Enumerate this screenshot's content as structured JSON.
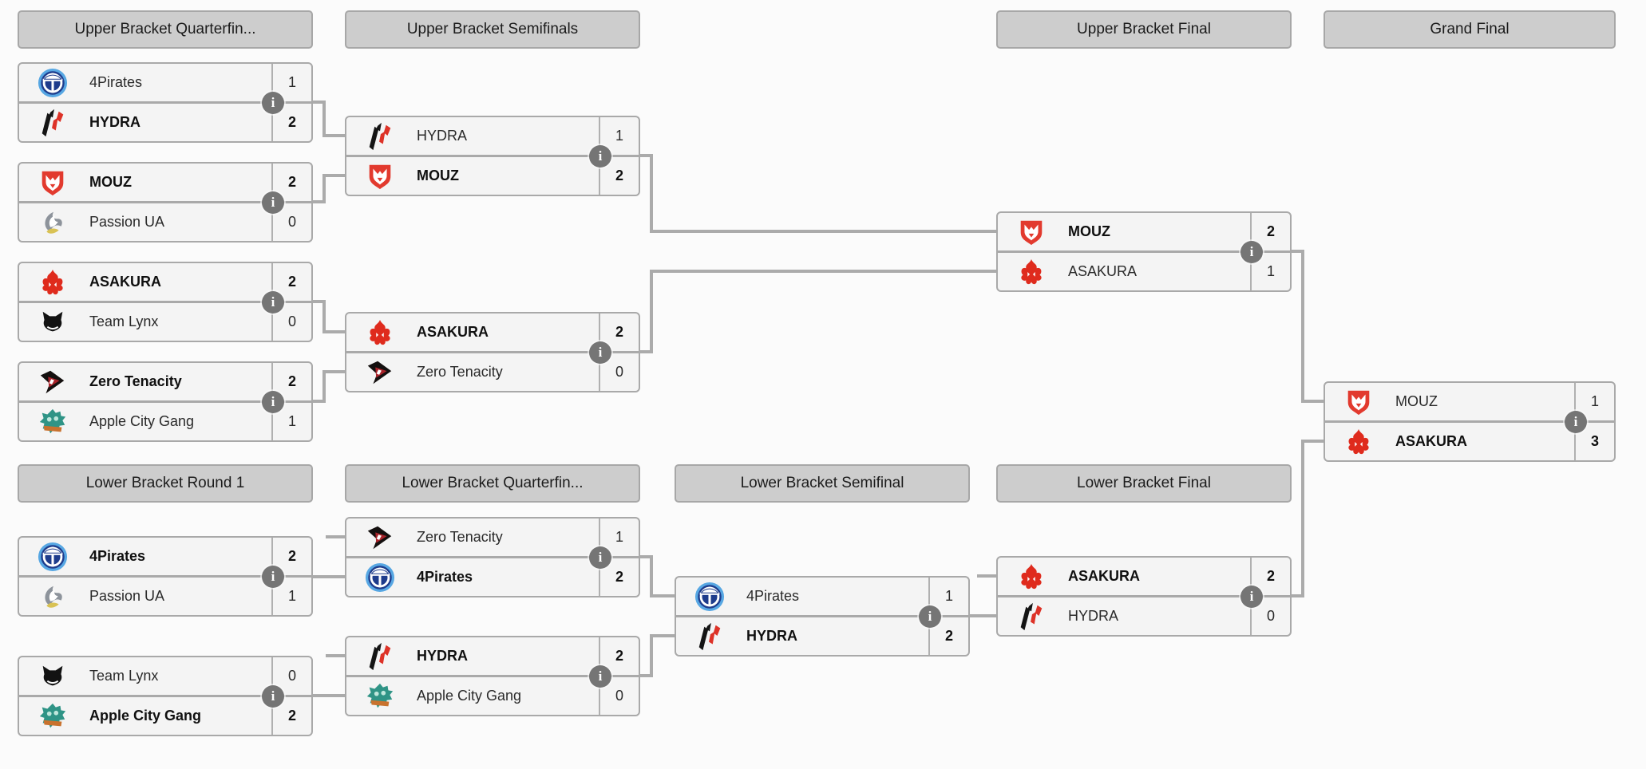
{
  "rounds": [
    {
      "key": "ubqf",
      "label": "Upper Bracket Quarterfin..."
    },
    {
      "key": "ubsf",
      "label": "Upper Bracket Semifinals"
    },
    {
      "key": "ubf",
      "label": "Upper Bracket Final"
    },
    {
      "key": "gf",
      "label": "Grand Final"
    },
    {
      "key": "lbr1",
      "label": "Lower Bracket Round 1"
    },
    {
      "key": "lbqf",
      "label": "Lower Bracket Quarterfin..."
    },
    {
      "key": "lbsf",
      "label": "Lower Bracket Semifinal"
    },
    {
      "key": "lbf",
      "label": "Lower Bracket Final"
    }
  ],
  "matches": [
    {
      "round": "ubqf",
      "top": {
        "team": "4Pirates",
        "logo": "4pirates",
        "score": "1",
        "winner": false
      },
      "bottom": {
        "team": "HYDRA",
        "logo": "hydra",
        "score": "2",
        "winner": true
      }
    },
    {
      "round": "ubqf",
      "top": {
        "team": "MOUZ",
        "logo": "mouz",
        "score": "2",
        "winner": true
      },
      "bottom": {
        "team": "Passion UA",
        "logo": "passionua",
        "score": "0",
        "winner": false
      }
    },
    {
      "round": "ubqf",
      "top": {
        "team": "ASAKURA",
        "logo": "asakura",
        "score": "2",
        "winner": true
      },
      "bottom": {
        "team": "Team Lynx",
        "logo": "teamlynx",
        "score": "0",
        "winner": false
      }
    },
    {
      "round": "ubqf",
      "top": {
        "team": "Zero Tenacity",
        "logo": "zerotenacity",
        "score": "2",
        "winner": true
      },
      "bottom": {
        "team": "Apple City Gang",
        "logo": "applecitygang",
        "score": "1",
        "winner": false
      }
    },
    {
      "round": "ubsf",
      "top": {
        "team": "HYDRA",
        "logo": "hydra",
        "score": "1",
        "winner": false
      },
      "bottom": {
        "team": "MOUZ",
        "logo": "mouz",
        "score": "2",
        "winner": true
      }
    },
    {
      "round": "ubsf",
      "top": {
        "team": "ASAKURA",
        "logo": "asakura",
        "score": "2",
        "winner": true
      },
      "bottom": {
        "team": "Zero Tenacity",
        "logo": "zerotenacity",
        "score": "0",
        "winner": false
      }
    },
    {
      "round": "ubf",
      "top": {
        "team": "MOUZ",
        "logo": "mouz",
        "score": "2",
        "winner": true
      },
      "bottom": {
        "team": "ASAKURA",
        "logo": "asakura",
        "score": "1",
        "winner": false
      }
    },
    {
      "round": "gf",
      "top": {
        "team": "MOUZ",
        "logo": "mouz",
        "score": "1",
        "winner": false
      },
      "bottom": {
        "team": "ASAKURA",
        "logo": "asakura",
        "score": "3",
        "winner": true
      }
    },
    {
      "round": "lbr1",
      "top": {
        "team": "4Pirates",
        "logo": "4pirates",
        "score": "2",
        "winner": true
      },
      "bottom": {
        "team": "Passion UA",
        "logo": "passionua",
        "score": "1",
        "winner": false
      }
    },
    {
      "round": "lbr1",
      "top": {
        "team": "Team Lynx",
        "logo": "teamlynx",
        "score": "0",
        "winner": false
      },
      "bottom": {
        "team": "Apple City Gang",
        "logo": "applecitygang",
        "score": "2",
        "winner": true
      }
    },
    {
      "round": "lbqf",
      "top": {
        "team": "Zero Tenacity",
        "logo": "zerotenacity",
        "score": "1",
        "winner": false
      },
      "bottom": {
        "team": "4Pirates",
        "logo": "4pirates",
        "score": "2",
        "winner": true
      }
    },
    {
      "round": "lbqf",
      "top": {
        "team": "HYDRA",
        "logo": "hydra",
        "score": "2",
        "winner": true
      },
      "bottom": {
        "team": "Apple City Gang",
        "logo": "applecitygang",
        "score": "0",
        "winner": false
      }
    },
    {
      "round": "lbsf",
      "top": {
        "team": "4Pirates",
        "logo": "4pirates",
        "score": "1",
        "winner": false
      },
      "bottom": {
        "team": "HYDRA",
        "logo": "hydra",
        "score": "2",
        "winner": true
      }
    },
    {
      "round": "lbf",
      "top": {
        "team": "ASAKURA",
        "logo": "asakura",
        "score": "2",
        "winner": true
      },
      "bottom": {
        "team": "HYDRA",
        "logo": "hydra",
        "score": "0",
        "winner": false
      }
    }
  ],
  "ui": {
    "info_glyph": "i"
  },
  "colors": {
    "page_bg": "#fbfbfb",
    "header_bg": "#cdcdcd",
    "row_bg": "#f4f4f4",
    "border": "#a9a9a9",
    "connector": "#ababab",
    "info_icon_bg": "#757575",
    "winner_text": "#101010",
    "mouz_red": "#e23a2e",
    "asakura_red": "#df2b1d",
    "hydra_red": "#dd3227",
    "pirates_blue": "#1e3c8c",
    "acg_teal": "#2f9486"
  }
}
